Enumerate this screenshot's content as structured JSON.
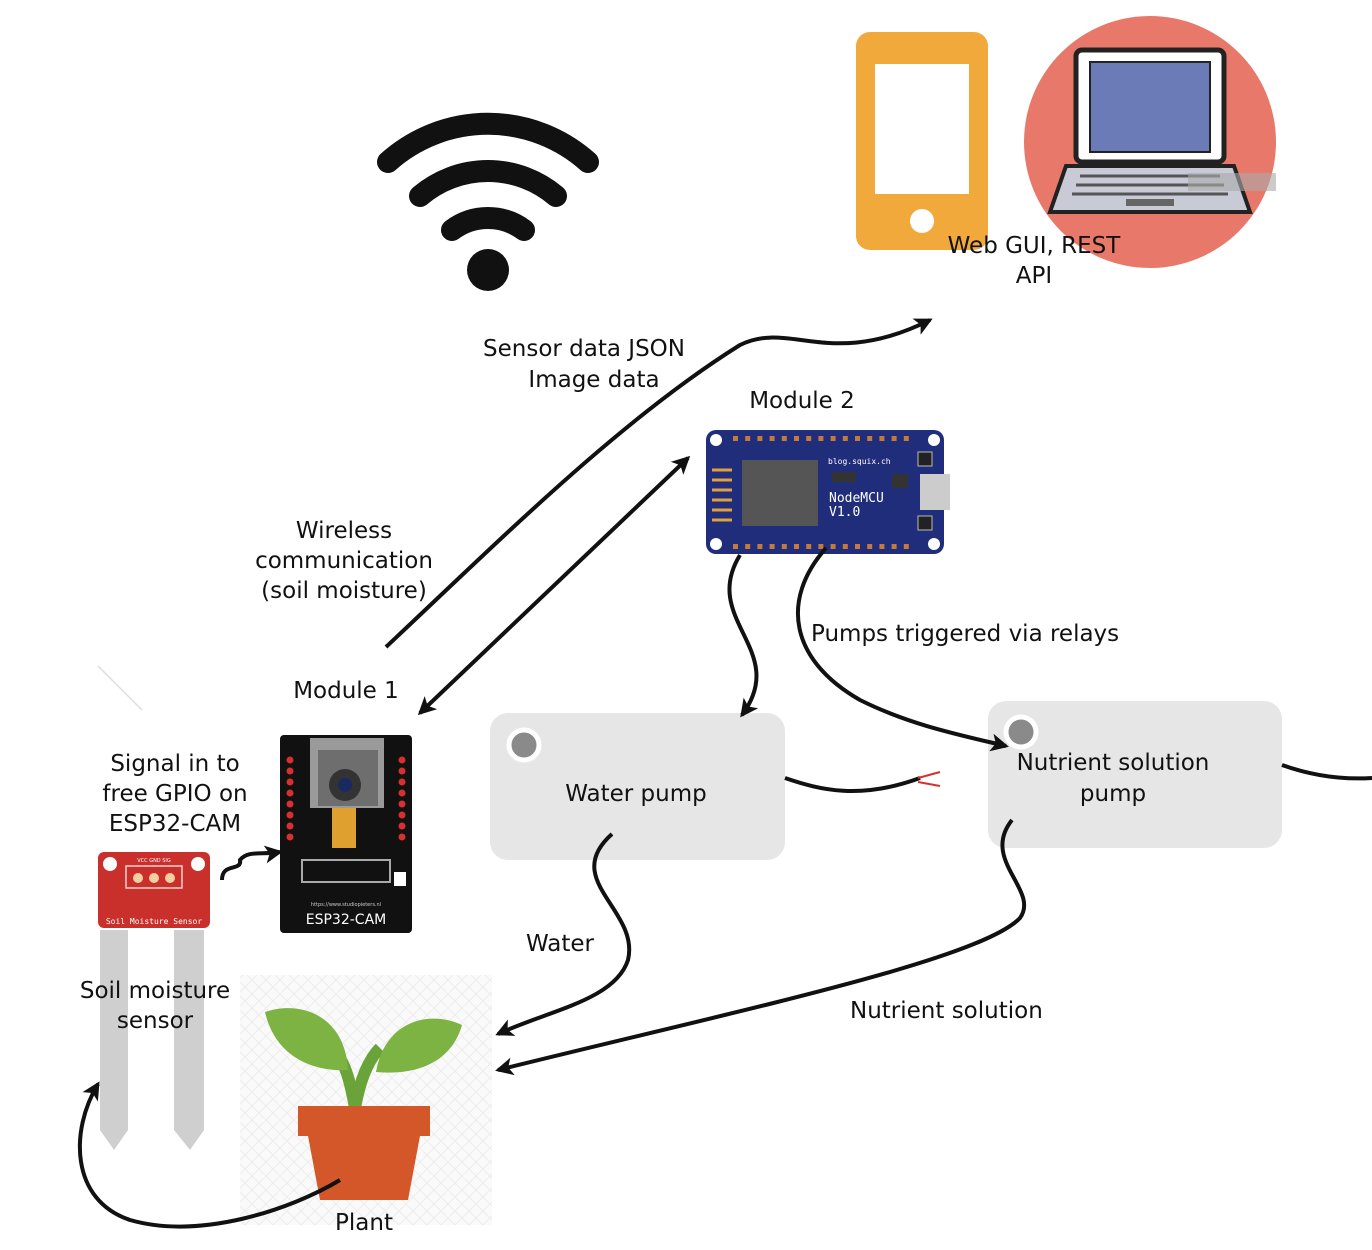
{
  "labels": {
    "web_gui_line1": "Web GUI, REST",
    "web_gui_line2": "API",
    "sensor_json": "Sensor data JSON",
    "image_data": "Image data",
    "module2": "Module 2",
    "wireless_line1": "Wireless",
    "wireless_line2": "communication",
    "wireless_line3": "(soil moisture)",
    "pumps_relays": "Pumps triggered via relays",
    "module1": "Module 1",
    "signal_line1": "Signal in to",
    "signal_line2": "free GPIO on",
    "signal_line3": "ESP32-CAM",
    "water_pump": "Water pump",
    "nutrient_pump_line1": "Nutrient solution",
    "nutrient_pump_line2": "pump",
    "water": "Water",
    "soil_line1": "Soil moisture",
    "soil_line2": "sensor",
    "nutrient_solution": "Nutrient solution",
    "plant": "Plant"
  },
  "board_text": {
    "nodemcu_line1": "NodeMCU",
    "nodemcu_line2": "V1.0",
    "nodemcu_site": "blog.squix.ch",
    "esp32cam": "ESP32-CAM",
    "esp32_site": "https://www.studiopieters.nl",
    "soil_board": "Soil Moisture Sensor",
    "soil_pins": "VCC GND SIG"
  },
  "colors": {
    "phone": "#f2a93b",
    "laptop_circle": "#e8796a",
    "laptop_screen": "#6b7bb8",
    "nodemcu_board": "#1f2d7a",
    "esp32_board": "#111111",
    "sensor_board": "#c9302c",
    "pump_box": "#e6e6e6",
    "leaf": "#7cb342",
    "pot": "#d4572a"
  },
  "icons": [
    "wifi-icon",
    "smartphone-icon",
    "laptop-icon",
    "nodemcu-board-icon",
    "esp32-cam-board-icon",
    "soil-moisture-sensor-icon",
    "plant-pot-icon"
  ]
}
